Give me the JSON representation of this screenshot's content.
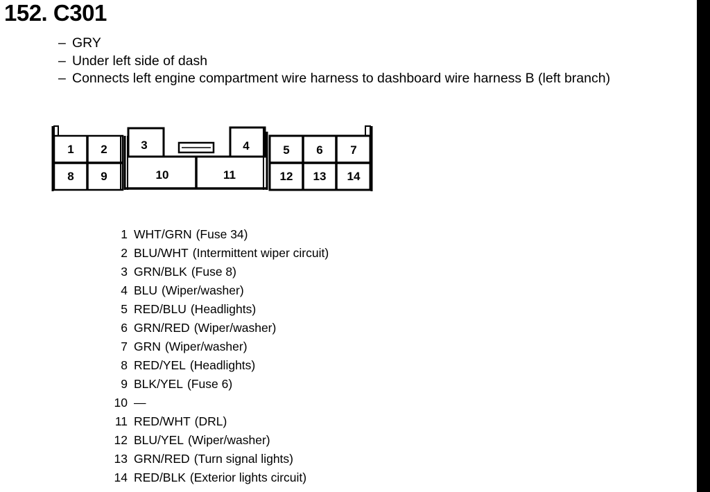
{
  "header": {
    "number": "152.",
    "connector": "C301"
  },
  "notes": [
    "GRY",
    "Under left side of dash",
    "Connects left engine compartment wire harness to dashboard wire harness B (left branch)"
  ],
  "note_dash": "–",
  "diagram": {
    "cells": [
      "1",
      "2",
      "3",
      "4",
      "5",
      "6",
      "7",
      "8",
      "9",
      "10",
      "11",
      "12",
      "13",
      "14"
    ]
  },
  "pins": [
    {
      "num": "1",
      "wire": "WHT/GRN",
      "desc": "(Fuse 34)"
    },
    {
      "num": "2",
      "wire": "BLU/WHT",
      "desc": "(Intermittent wiper circuit)"
    },
    {
      "num": "3",
      "wire": "GRN/BLK",
      "desc": "(Fuse 8)"
    },
    {
      "num": "4",
      "wire": "BLU",
      "desc": "(Wiper/washer)"
    },
    {
      "num": "5",
      "wire": "RED/BLU",
      "desc": "(Headlights)"
    },
    {
      "num": "6",
      "wire": "GRN/RED",
      "desc": "(Wiper/washer)"
    },
    {
      "num": "7",
      "wire": "GRN",
      "desc": "(Wiper/washer)"
    },
    {
      "num": "8",
      "wire": "RED/YEL",
      "desc": "(Headlights)"
    },
    {
      "num": "9",
      "wire": "BLK/YEL",
      "desc": "(Fuse 6)"
    },
    {
      "num": "10",
      "wire": "—",
      "desc": ""
    },
    {
      "num": "11",
      "wire": "RED/WHT",
      "desc": "(DRL)"
    },
    {
      "num": "12",
      "wire": "BLU/YEL",
      "desc": "(Wiper/washer)"
    },
    {
      "num": "13",
      "wire": "GRN/RED",
      "desc": "(Turn signal lights)"
    },
    {
      "num": "14",
      "wire": "RED/BLK",
      "desc": "(Exterior lights circuit)"
    }
  ]
}
